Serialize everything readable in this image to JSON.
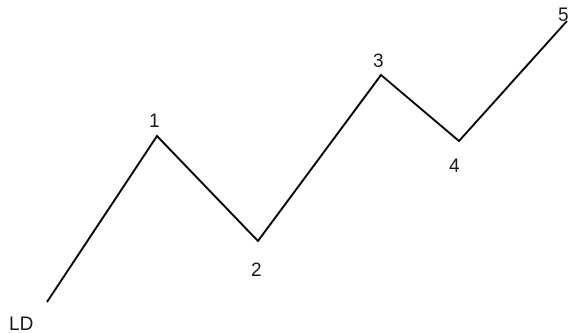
{
  "diagram": {
    "line_color": "#000000",
    "label_color": "#1a1a1a",
    "points": [
      {
        "label": "LD"
      },
      {
        "label": "1"
      },
      {
        "label": "2"
      },
      {
        "label": "3"
      },
      {
        "label": "4"
      },
      {
        "label": "5"
      }
    ]
  }
}
